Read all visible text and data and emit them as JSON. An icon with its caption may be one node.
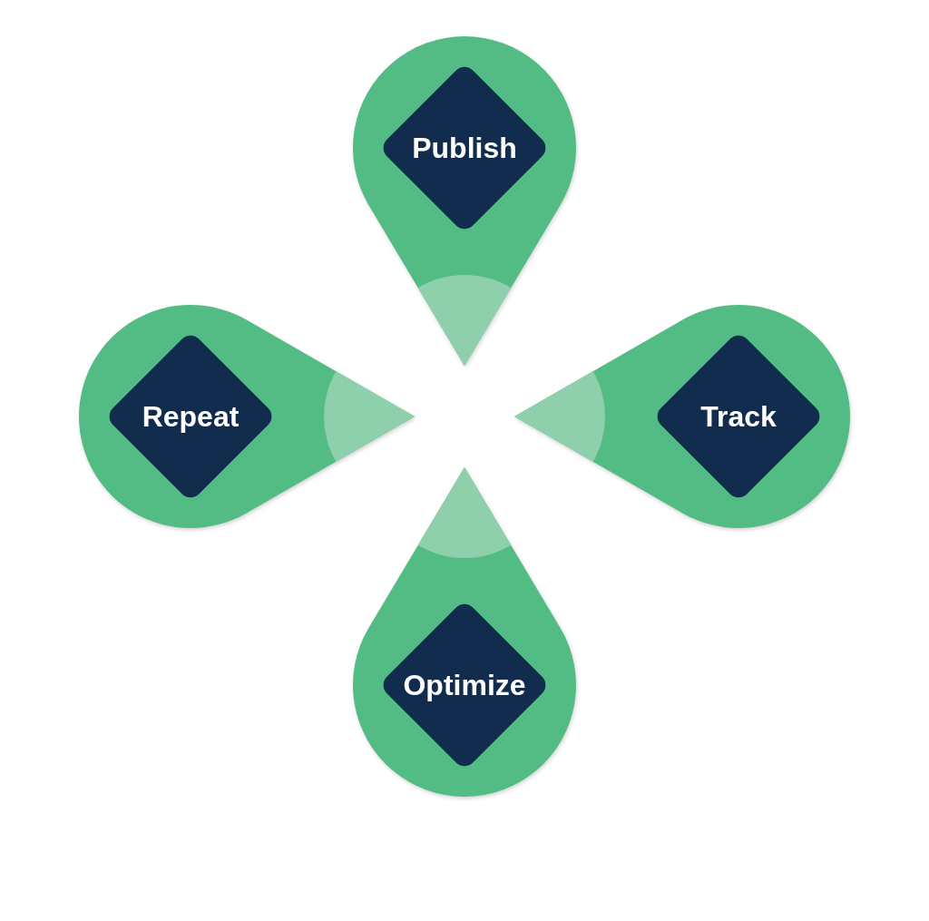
{
  "diagram": {
    "nodes": [
      {
        "text": [
          "Publish"
        ]
      },
      {
        "text": [
          "Repeat"
        ]
      },
      {
        "text": [
          "Track"
        ]
      },
      {
        "text": [
          "Optimize"
        ]
      }
    ]
  }
}
